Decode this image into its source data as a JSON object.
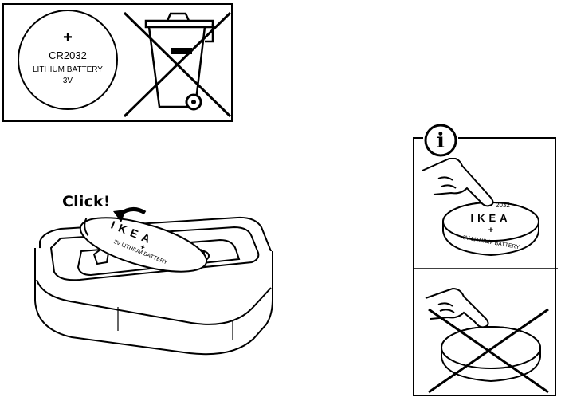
{
  "disposal_panel": {
    "battery": {
      "polarity": "+",
      "model": "CR2032",
      "chemistry": "LITHIUM BATTERY",
      "voltage": "3V"
    },
    "icon": "crossed-out-wheelie-bin-icon"
  },
  "installation": {
    "click_label": "Click!",
    "coin_text": "3V LITHIUM BATTERY",
    "brand": "IKEA",
    "icon": "rotate-arrow-icon"
  },
  "handling_panel": {
    "info_glyph": "i",
    "correct": {
      "brand": "IKEA",
      "polarity": "+",
      "model_fragment": "2032",
      "chemistry": "3V LITHIUM BATTERY"
    },
    "incorrect_icon": "cross-mark-icon"
  },
  "colors": {
    "line": "#000000",
    "background": "#ffffff"
  }
}
